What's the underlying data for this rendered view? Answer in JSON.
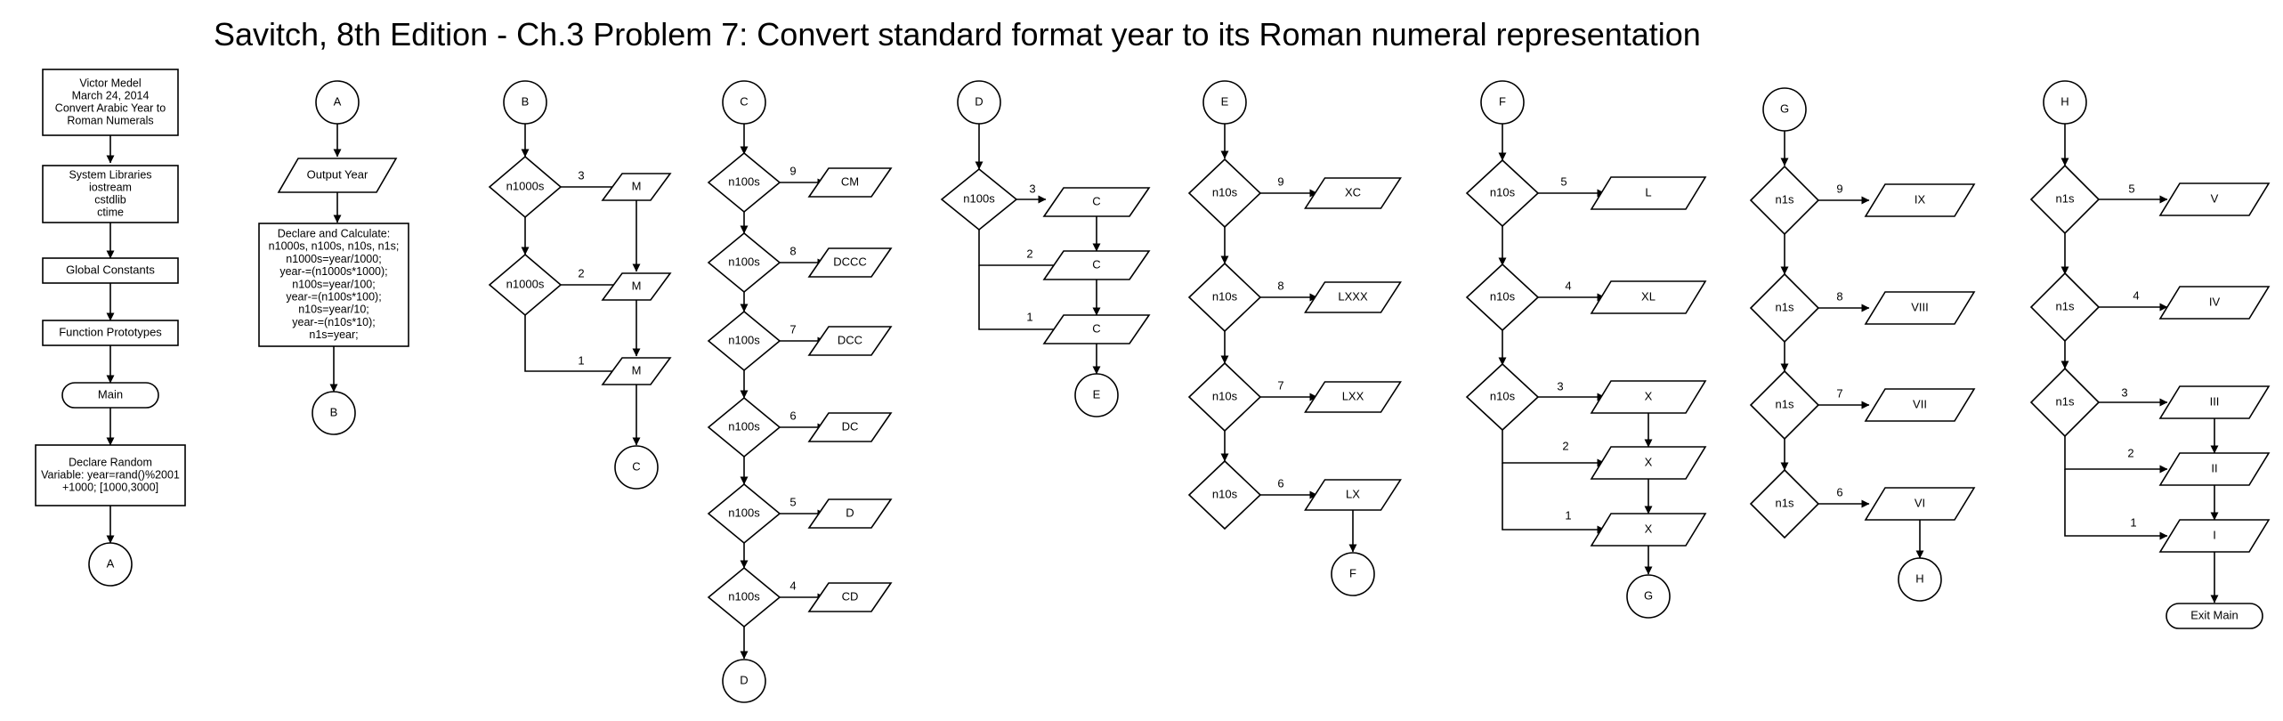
{
  "title": "Savitch, 8th Edition - Ch.3 Problem 7: Convert standard format year to its Roman numeral representation",
  "header_box": [
    "Victor Medel",
    "March 24, 2014",
    "Convert Arabic Year to",
    "Roman Numerals"
  ],
  "libraries_box": [
    "System Libraries",
    "iostream",
    "cstdlib",
    "ctime"
  ],
  "global_constants": "Global Constants",
  "function_prototypes": "Function Prototypes",
  "main_label": "Main",
  "declare_random": [
    "Declare Random",
    "Variable: year=rand()%2001",
    "+1000; [1000,3000]"
  ],
  "output_year": "Output Year",
  "declare_calculate": [
    "Declare and Calculate:",
    "n1000s, n100s, n10s, n1s;",
    "n1000s=year/1000;",
    "year-=(n1000s*1000);",
    "n100s=year/100;",
    "year-=(n100s*100);",
    "n10s=year/10;",
    "year-=(n10s*10);",
    "n1s=year;"
  ],
  "exit_main": "Exit Main",
  "connectors": {
    "A": "A",
    "B": "B",
    "C": "C",
    "D": "D",
    "E": "E",
    "F": "F",
    "G": "G",
    "H": "H"
  },
  "vars": {
    "n1000s": "n1000s",
    "n100s": "n100s",
    "n10s": "n10s",
    "n1s": "n1s"
  },
  "digits": {
    "d1": "1",
    "d2": "2",
    "d3": "3",
    "d4": "4",
    "d5": "5",
    "d6": "6",
    "d7": "7",
    "d8": "8",
    "d9": "9"
  },
  "numerals": {
    "M": "M",
    "CM": "CM",
    "DCCC": "DCCC",
    "DCC": "DCC",
    "DC": "DC",
    "D": "D",
    "CD": "CD",
    "C": "C",
    "XC": "XC",
    "LXXX": "LXXX",
    "LXX": "LXX",
    "LX": "LX",
    "L": "L",
    "XL": "XL",
    "X": "X",
    "IX": "IX",
    "VIII": "VIII",
    "VII": "VII",
    "VI": "VI",
    "V": "V",
    "IV": "IV",
    "III": "III",
    "II": "II",
    "I": "I"
  }
}
